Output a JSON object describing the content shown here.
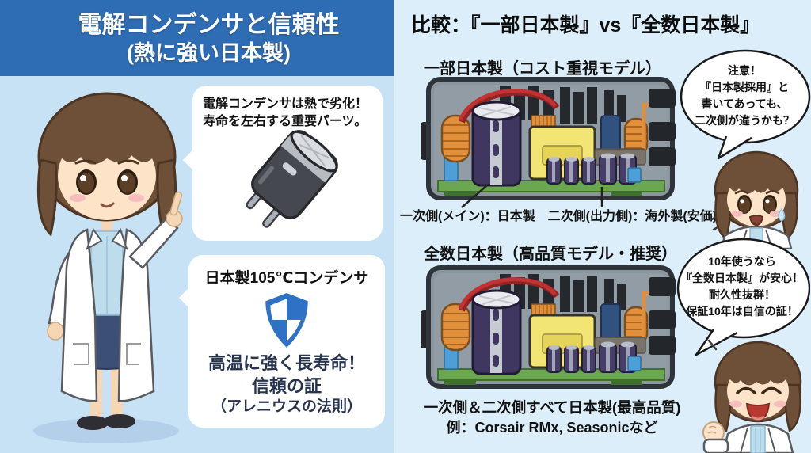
{
  "left_panel": {
    "header": {
      "line1": "電解コンデンサと信頼性",
      "line2": "(熱に強い日本製)"
    },
    "bubble_capacitor": {
      "line1": "電解コンデンサは熱で劣化！",
      "line2": "寿命を左右する重要パーツ。",
      "illustration": "electrolytic-capacitor"
    },
    "bubble_shield": {
      "title": "日本製105℃コンデンサ",
      "icon": "shield-check-icon",
      "line1": "高温に強く長寿命！",
      "line2": "信頼の証",
      "line3": "（アレニウスの法則）"
    },
    "character": "scientist-woman-pointing"
  },
  "right_panel": {
    "header": "比較：『一部日本製』vs『全数日本製』",
    "section_partial": {
      "title": "一部日本製（コスト重視モデル）",
      "illustration": "psu-internals",
      "caption": "一次側(メイン)：日本製　二次側(出力側)：海外製(安価)"
    },
    "section_full": {
      "title": "全数日本製（高品質モデル・推奨）",
      "illustration": "psu-internals",
      "caption_line1": "一次側＆二次側すべて日本製(最高品質)",
      "caption_line2": "例：Corsair RMx, Seasonicなど"
    },
    "bubble_warning": {
      "lines": [
        "注意！",
        "『日本製採用』と",
        "書いてあっても、",
        "二次側が違うかも？"
      ],
      "character": "scientist-worried"
    },
    "bubble_recommend": {
      "lines": [
        "10年使うなら",
        "『全数日本製』が安心！",
        "耐久性抜群！",
        "保証10年は自信の証！"
      ],
      "character": "scientist-happy"
    }
  },
  "colors": {
    "left_header_bg": "#2e6cb3",
    "left_bg": "#c7e1f5",
    "right_bg": "#dbeefa",
    "bubble_bg": "#ffffff",
    "shield_blue": "#2d72c4",
    "psu_case_gray": "#8a959e",
    "pcb_green": "#6aa750",
    "transformer_yellow": "#f2e573",
    "toroid_orange": "#e18f3b",
    "capacitor_purple": "#3f3760",
    "wire_red": "#c23232",
    "navy_text": "#27334f"
  }
}
